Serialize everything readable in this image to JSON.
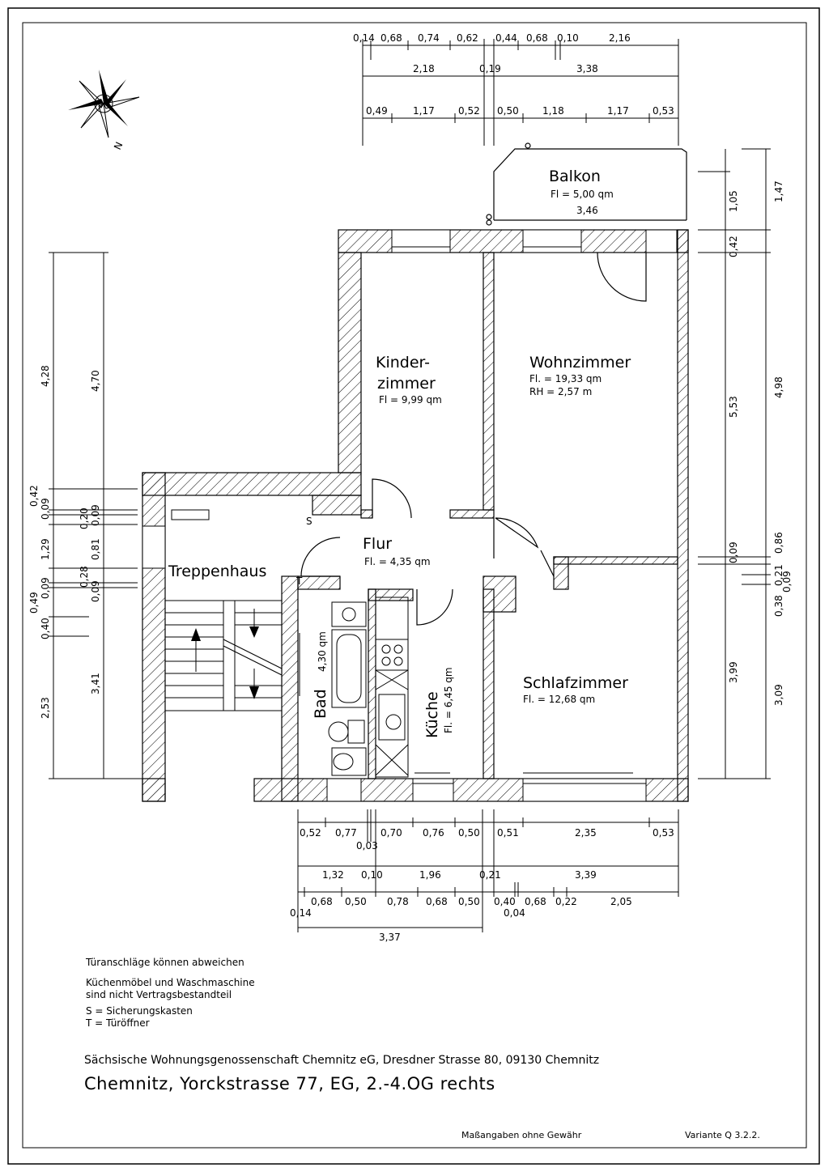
{
  "rooms": {
    "balkon": {
      "name": "Balkon",
      "area": "Fl = 5,00 qm",
      "width": "3,46"
    },
    "kinderzimmer": {
      "name_line1": "Kinder-",
      "name_line2": "zimmer",
      "area": "Fl = 9,99 qm"
    },
    "wohnzimmer": {
      "name": "Wohnzimmer",
      "area": "Fl. = 19,33 qm",
      "height": "RH = 2,57 m"
    },
    "flur": {
      "name": "Flur",
      "area": "Fl. = 4,35 qm"
    },
    "treppenhaus": {
      "name": "Treppenhaus"
    },
    "bad": {
      "name": "Bad",
      "area": "4,30 qm"
    },
    "kueche": {
      "name": "Küche",
      "area": "Fl. = 6,45 qm"
    },
    "schlafzimmer": {
      "name": "Schlafzimmer",
      "area": "Fl. = 12,68 qm"
    }
  },
  "symbols": {
    "fuse_box": "S",
    "door_opener": "T"
  },
  "compass": {
    "label": "N"
  },
  "dimensions": {
    "top_row1": [
      "0,14",
      "0,68",
      "0,74",
      "0,62",
      "0,44",
      "0,68",
      "0,10",
      "2,16"
    ],
    "top_row2": [
      "2,18",
      "0,19",
      "3,38"
    ],
    "top_row3": [
      "0,49",
      "1,17",
      "0,52",
      "0,50",
      "1,18",
      "1,17",
      "0,53"
    ],
    "left_outer": [
      "4,28",
      "0,42",
      "0,09",
      "1,29",
      "0,09",
      "0,49",
      "0,40",
      "2,53"
    ],
    "left_inner": [
      "4,70",
      "0,20",
      "0,09",
      "0,81",
      "0,28",
      "0,09",
      "3,41"
    ],
    "right_inner": [
      "1,05",
      "0,42",
      "5,53",
      "0,09",
      "3,99"
    ],
    "right_outer": [
      "1,47",
      "4,98",
      "0,86",
      "0,21",
      "0,09",
      "0,38",
      "3,09"
    ],
    "bottom_row1": [
      "0,52",
      "0,77",
      "0,03",
      "0,70",
      "0,76",
      "0,50",
      "0,51",
      "2,35",
      "0,53"
    ],
    "bottom_row2": [
      "1,32",
      "0,10",
      "1,96",
      "0,21",
      "3,39"
    ],
    "bottom_row3": [
      "0,14",
      "0,68",
      "0,50",
      "0,78",
      "0,68",
      "0,50",
      "0,40",
      "0,04",
      "0,68",
      "0,22",
      "2,05"
    ],
    "bottom_row4": [
      "3,37"
    ]
  },
  "notes": {
    "line1": "Türanschläge können abweichen",
    "line2": "Küchenmöbel und Waschmaschine",
    "line3": "sind nicht Vertragsbestandteil",
    "line4": "S = Sicherungskasten",
    "line5": "T = Türöffner"
  },
  "company": "Sächsische Wohnungsgenossenschaft Chemnitz eG, Dresdner Strasse 80, 09130 Chemnitz",
  "address": "Chemnitz, Yorckstrasse 77, EG, 2.-4.OG rechts",
  "footer": {
    "disclaimer": "Maßangaben ohne Gewähr",
    "variant": "Variante Q 3.2.2."
  }
}
